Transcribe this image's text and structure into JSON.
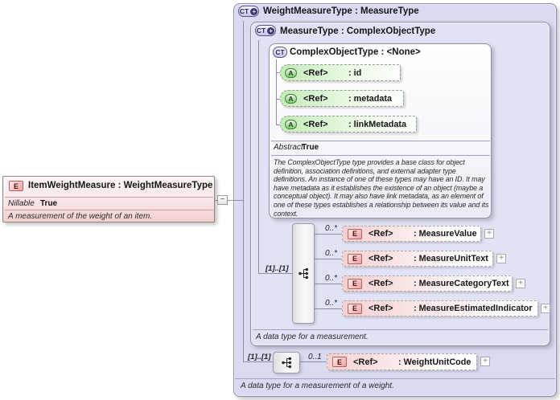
{
  "icons": {
    "ct": "CT",
    "attr": "A",
    "elem": "E",
    "plus": "+",
    "minus": "−",
    "expand": "+"
  },
  "item_node": {
    "title": "ItemWeightMeasure : WeightMeasureType",
    "prop_label": "Nillable",
    "prop_value": "True",
    "annotation": "A measurement of the weight of an item."
  },
  "weight_measure_type": {
    "title": "WeightMeasureType : MeasureType",
    "annotation": "A data type for a measurement of a weight.",
    "occurrence": "[1]..[1]",
    "element": {
      "cardinality": "0..1",
      "ref": "<Ref>",
      "name": ": WeightUnitCode"
    }
  },
  "measure_type": {
    "title": "MeasureType : ComplexObjectType",
    "annotation": "A data type for a measurement.",
    "occurrence": "[1]..[1]",
    "elements": [
      {
        "cardinality": "0..*",
        "ref": "<Ref>",
        "name": ": MeasureValue"
      },
      {
        "cardinality": "0..*",
        "ref": "<Ref>",
        "name": ": MeasureUnitText"
      },
      {
        "cardinality": "0..*",
        "ref": "<Ref>",
        "name": ": MeasureCategoryText"
      },
      {
        "cardinality": "0..*",
        "ref": "<Ref>",
        "name": ": MeasureEstimatedIndicator"
      }
    ]
  },
  "complex_object_type": {
    "title": "ComplexObjectType : <None>",
    "attributes": [
      {
        "ref": "<Ref>",
        "name": ": id"
      },
      {
        "ref": "<Ref>",
        "name": ": metadata"
      },
      {
        "ref": "<Ref>",
        "name": ": linkMetadata"
      }
    ],
    "prop_label": "Abstract",
    "prop_value": "True",
    "annotation": "The ComplexObjectType type provides a base class for object definition, association definitions, and external adapter type definitions. An instance of one of these types may have an ID. It may have metadata as it establishes the existence of an object (maybe a conceptual object). It may also have link metadata, as an element of one of these types establishes a relationship between its value and its context."
  },
  "colors": {
    "canvas_bg": "#ffffff",
    "ct_box_bg": "#dadaf2",
    "ct_inner_bg": "#e2e2f6",
    "element_pink": "#f6d0d0",
    "attribute_green": "#c3ecb8",
    "border_gray": "#8f8fa0"
  }
}
